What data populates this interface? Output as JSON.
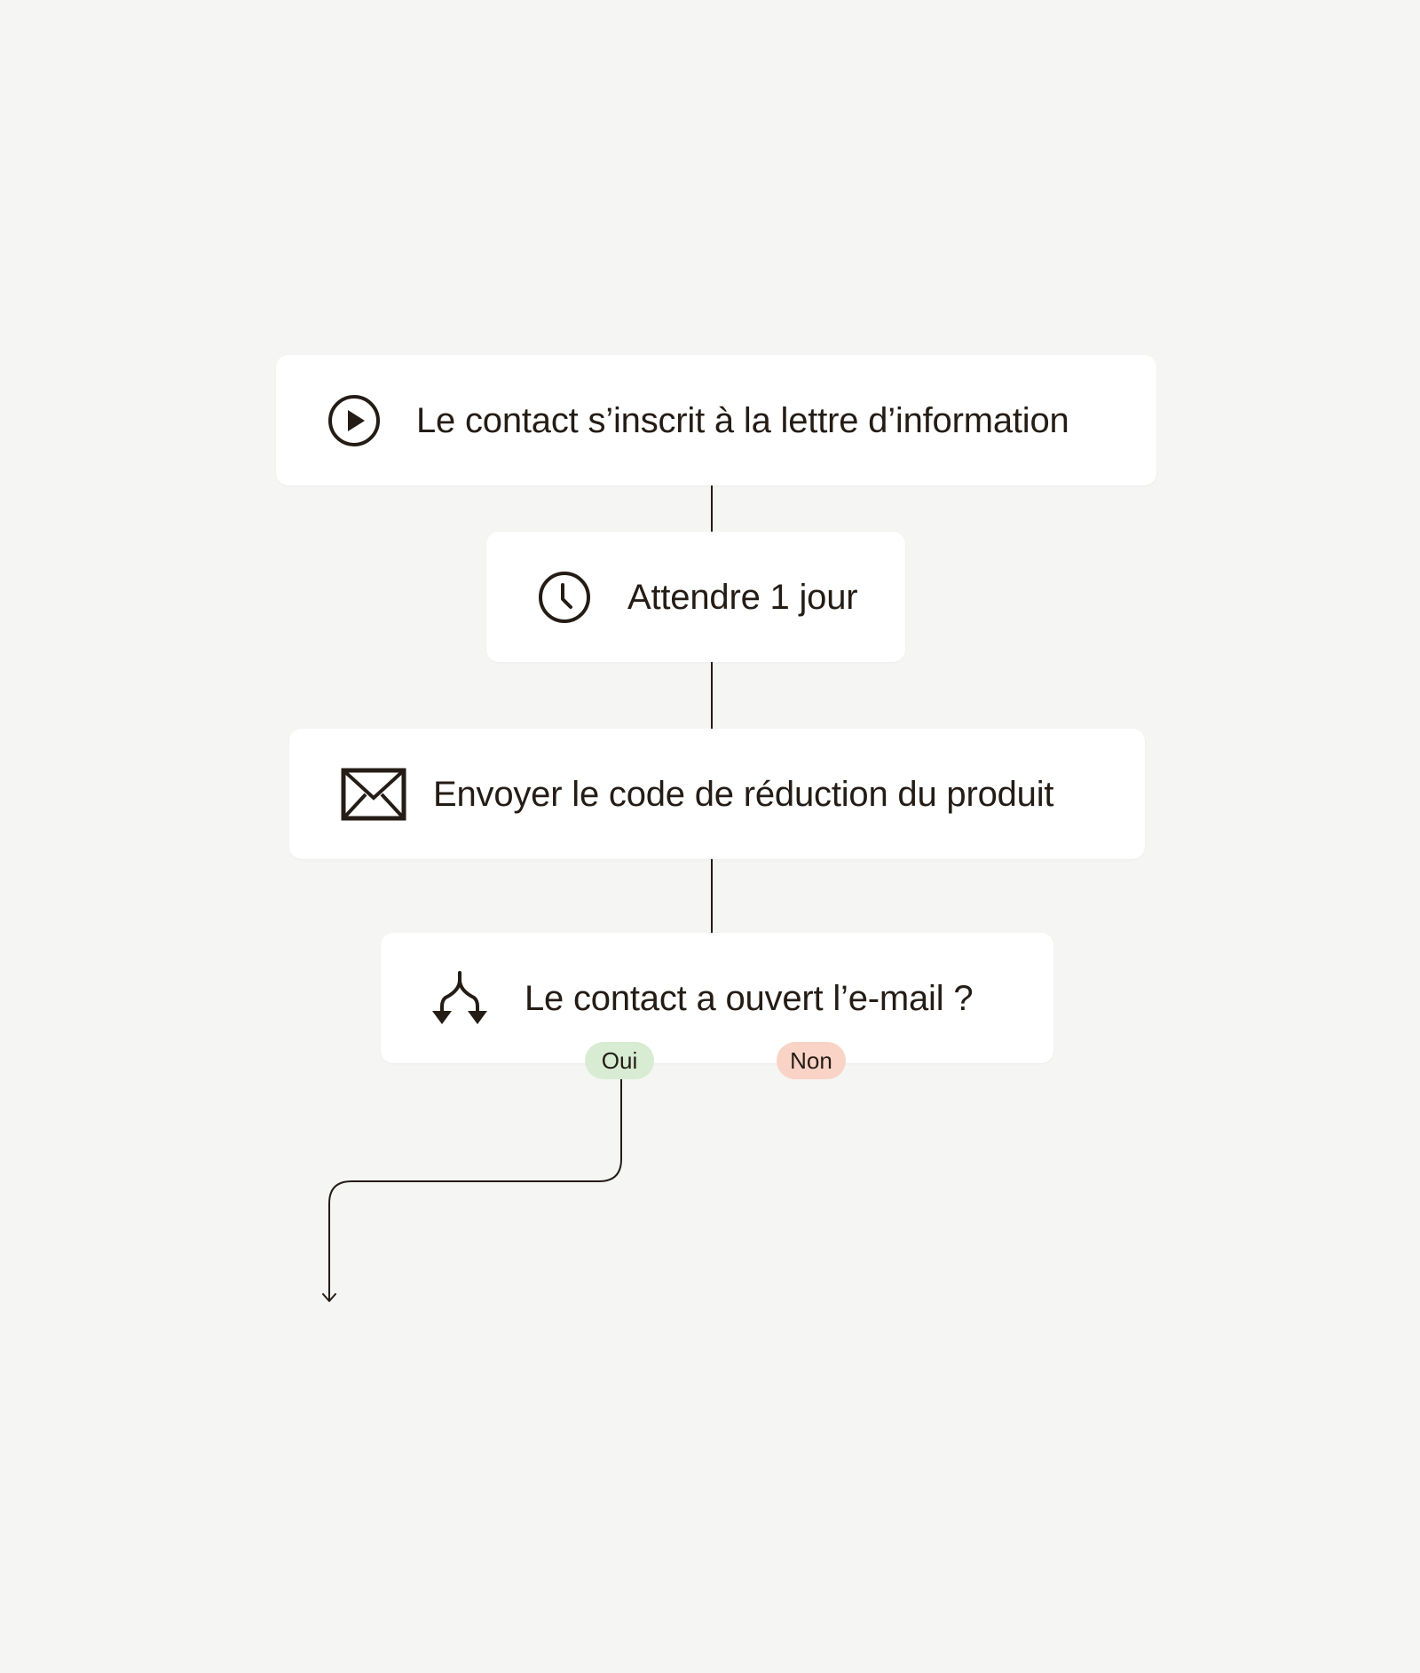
{
  "nodes": {
    "trigger": {
      "label": "Le contact s’inscrit à la lettre d’information",
      "icon": "play-circle-icon"
    },
    "wait": {
      "label": "Attendre 1 jour",
      "icon": "clock-icon"
    },
    "email": {
      "label": "Envoyer le code de réduction du produit",
      "icon": "envelope-icon"
    },
    "condition": {
      "label": "Le contact a ouvert l’e-mail ?",
      "icon": "split-branch-icon"
    }
  },
  "branches": {
    "yes": {
      "label": "Oui",
      "color": "#d7ecd2"
    },
    "no": {
      "label": "Non",
      "color": "#f9d3c5"
    }
  },
  "colors": {
    "background": "#f5f5f3",
    "node": "#ffffff",
    "ink": "#241c15"
  }
}
